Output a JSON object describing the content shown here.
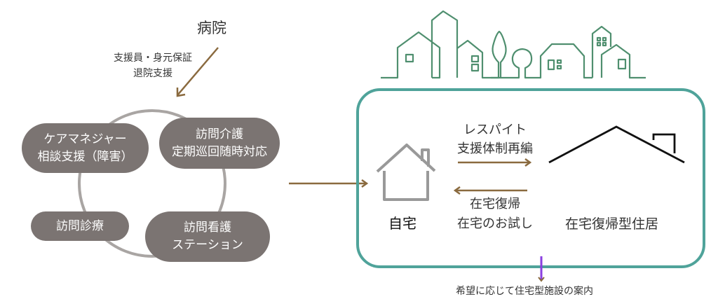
{
  "hospital": {
    "label": "病院",
    "support_lines": [
      "支援員・身元保証",
      "退院支援"
    ]
  },
  "care_circle": {
    "nodes": [
      {
        "id": "care-manager",
        "lines": [
          "ケアマネジャー",
          "相談支援（障害）"
        ]
      },
      {
        "id": "home-care",
        "lines": [
          "訪問介護",
          "定期巡回随時対応"
        ]
      },
      {
        "id": "home-medical",
        "lines": [
          "訪問診療"
        ]
      },
      {
        "id": "home-nursing",
        "lines": [
          "訪問看護",
          "ステーション"
        ]
      }
    ]
  },
  "housing_box": {
    "home_label": "自宅",
    "respite_lines": [
      "レスパイト",
      "支援体制再編"
    ],
    "return_lines": [
      "在宅復帰",
      "在宅のお試し"
    ],
    "residence_label": "在宅復帰型住居"
  },
  "footer_note": "希望に応じて住宅型施設の案内",
  "colors": {
    "pill": "#7b7472",
    "circle": "#a9a5a3",
    "arrow": "#8a6a3f",
    "box_border": "#4fa39a",
    "town": "#4f8f6f",
    "down_arrow": "#8a3fe0",
    "home_icon": "#999999"
  }
}
